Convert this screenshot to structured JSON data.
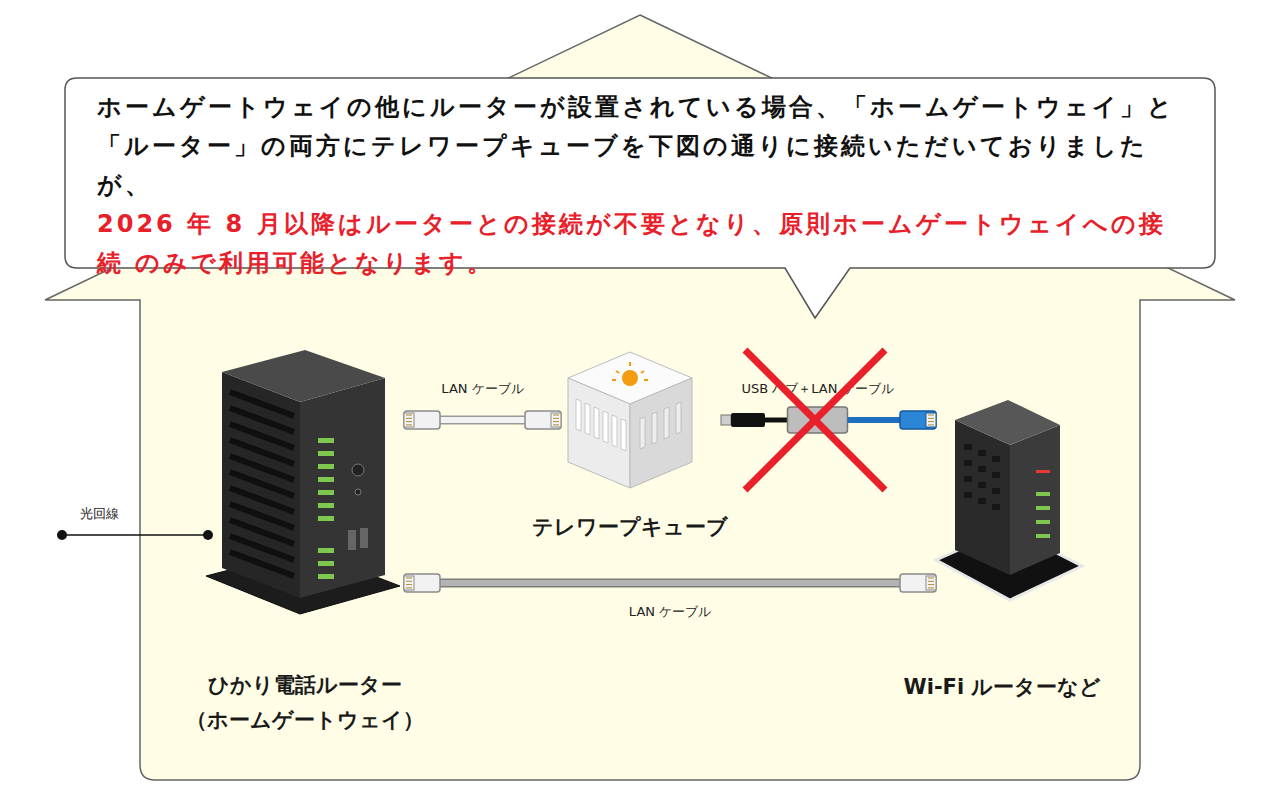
{
  "diagram": {
    "nodes": [
      {
        "text": [
          "ホームゲートウェイの他にルーターが設置されている場合、「ホームゲートウェイ」と 「ルーター」の両方にテレワープキューブを下図の通りに接続いただいておりましたが、",
          "2026 年 8 月以降はルーターとの接続が不要となり、原則ホームゲートウェイへの接続 のみで利用可能となります。"
        ]
      },
      {
        "text": [
          "ひかり電話ルーター （ホームゲートウェイ）"
        ]
      },
      {
        "text": [
          "テレワープキューブ"
        ]
      },
      {
        "text": [
          "Wi-Fi ルーターなど"
        ]
      }
    ],
    "edges": [
      {
        "from": 1,
        "to": 2,
        "arrow": "none",
        "label": "LAN ケーブル"
      },
      {
        "from": 2,
        "to": 3,
        "arrow": "none",
        "label": "USB ハブ＋LAN ケーブル"
      },
      {
        "from": 1,
        "to": 3,
        "arrow": "none",
        "label": "LAN ケーブル"
      }
    ],
    "labels": [
      "光回線"
    ]
  }
}
